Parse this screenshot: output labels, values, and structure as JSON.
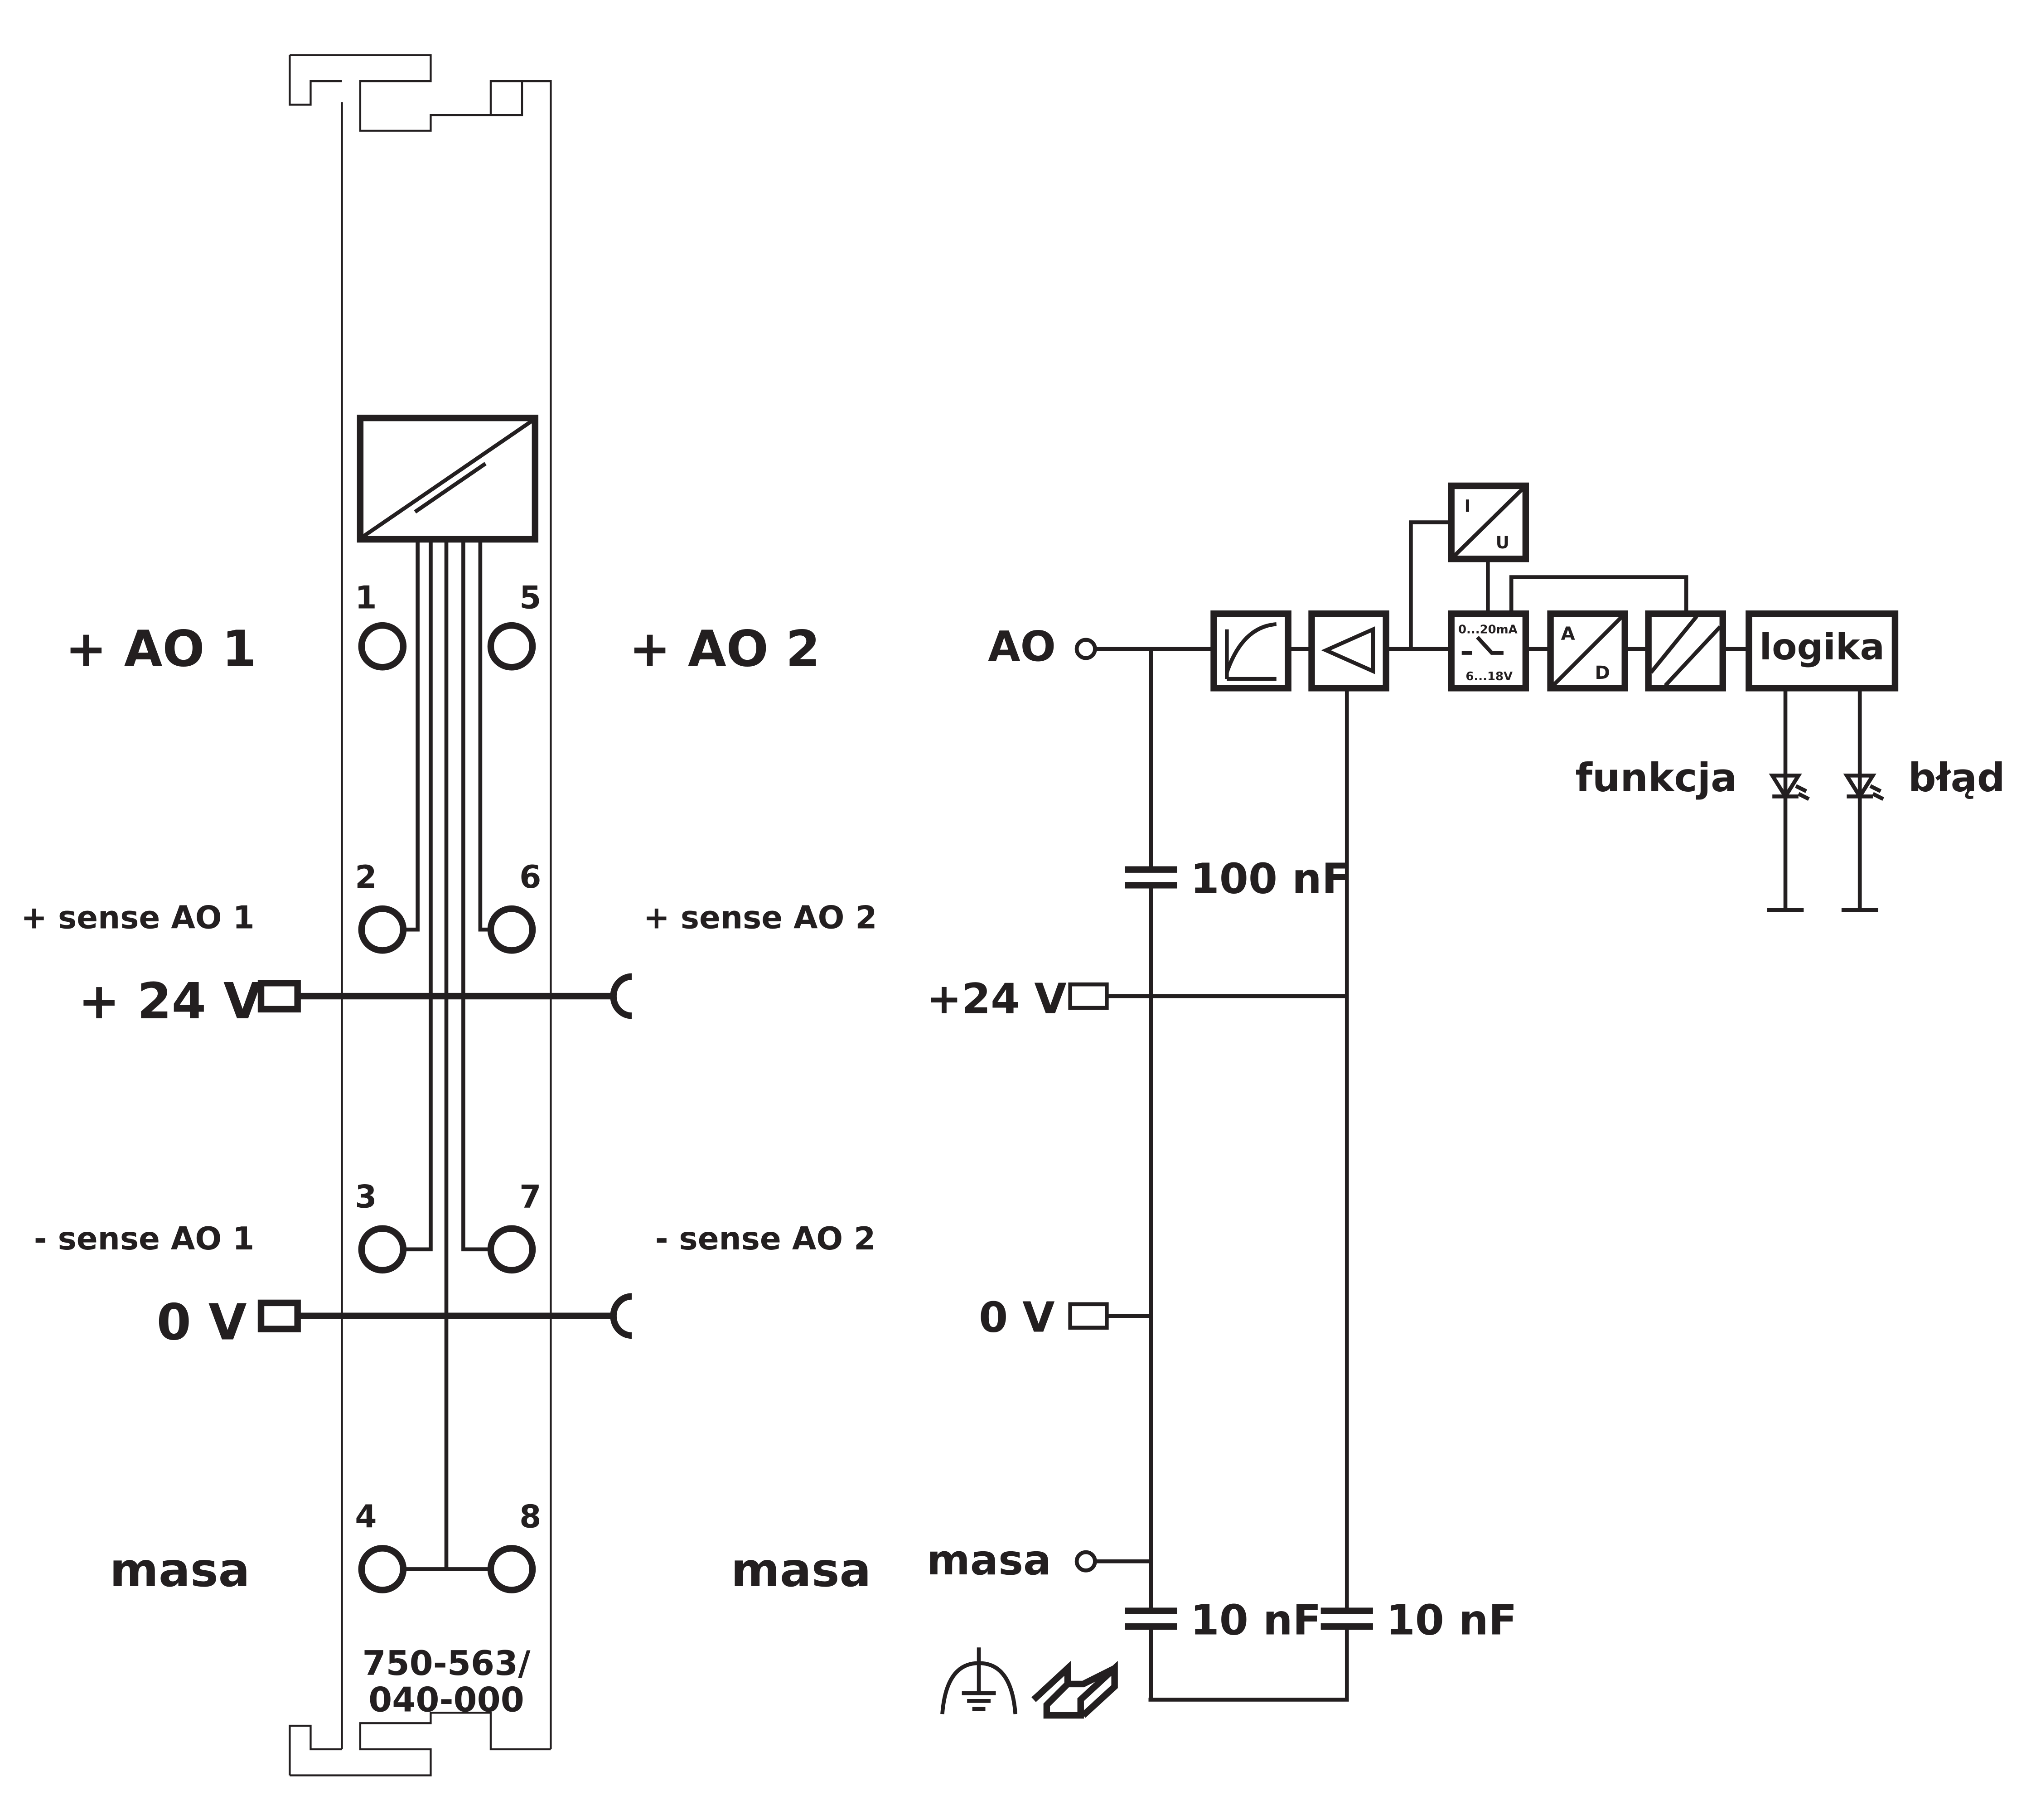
{
  "module": {
    "part_number_line1": "750-563/",
    "part_number_line2": "040-000",
    "pins": [
      "1",
      "2",
      "3",
      "4",
      "5",
      "6",
      "7",
      "8"
    ],
    "labels": {
      "ao1": "+ AO 1",
      "ao2": "+ AO 2",
      "sense_ao1_plus": "+ sense AO 1",
      "sense_ao2_plus": "+ sense AO 2",
      "sense_ao1_minus": "- sense AO 1",
      "sense_ao2_minus": "- sense AO 2",
      "v24": "+ 24 V",
      "v0": "0 V",
      "ground_left": "masa",
      "ground_right": "masa"
    }
  },
  "schematic": {
    "ao": "AO",
    "v24": "+24 V",
    "v0": "0 V",
    "ground": "masa",
    "cap_100nf": "100 nF",
    "cap_10nf_left": "10 nF",
    "cap_10nf_right": "10 nF",
    "iu_i": "I",
    "iu_u": "U",
    "switch_top": "0...20mA",
    "switch_bottom": "6...18V",
    "ad_a": "A",
    "ad_d": "D",
    "logic": "logika",
    "led_function": "funkcja",
    "led_error": "błąd"
  }
}
